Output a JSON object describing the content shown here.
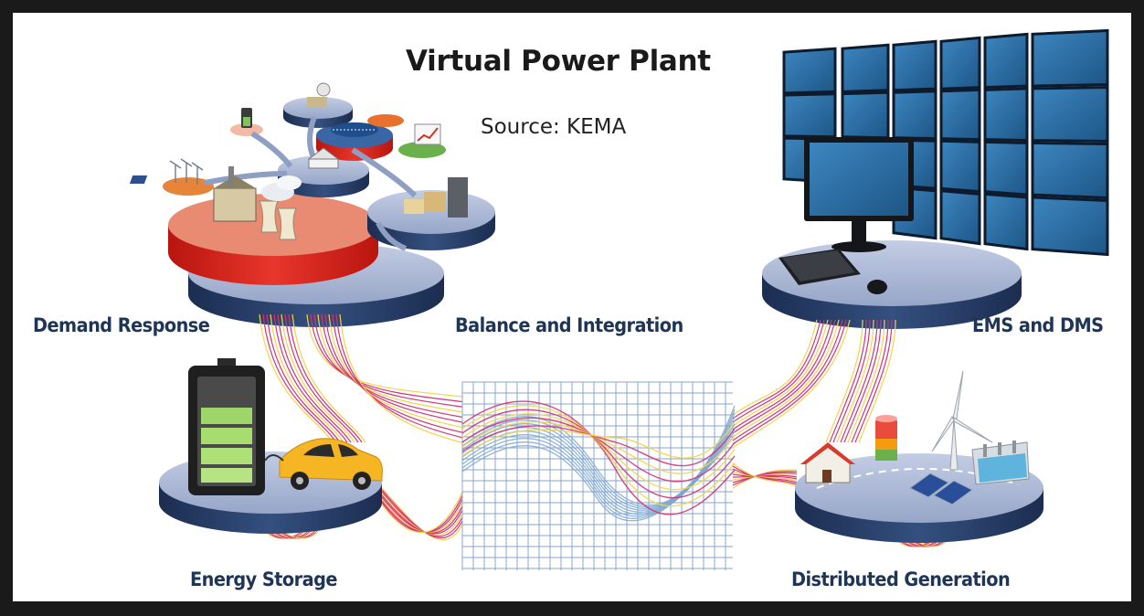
{
  "title": "Virtual Power Plant",
  "source": "Source:  KEMA",
  "labels": {
    "demand_response": "Demand Response",
    "balance_integration": "Balance and Integration",
    "ems_dms": "EMS and DMS",
    "energy_storage": "Energy Storage",
    "distributed_generation": "Distributed Generation"
  },
  "colors": {
    "frame": "#1a1a1a",
    "platform_top": "#a9b6d4",
    "platform_side": "#263a63",
    "demand_red": "#e0271f",
    "demand_salmon": "#e88a72",
    "screen_blue": "#2a6fa8",
    "label_blue": "#1f3556",
    "wave_pink": "#d0347a",
    "wave_yellow": "#efd64a",
    "wave_blue": "#7fa8cf",
    "grid_blue": "#8aa6d1"
  },
  "icons": [
    "battery-icon",
    "car-icon",
    "monitor-icon",
    "keyboard-icon",
    "mouse-icon",
    "house-icon",
    "wind-turbine-icon",
    "solar-panel-icon",
    "dam-icon",
    "factory-icon",
    "building-icon"
  ]
}
